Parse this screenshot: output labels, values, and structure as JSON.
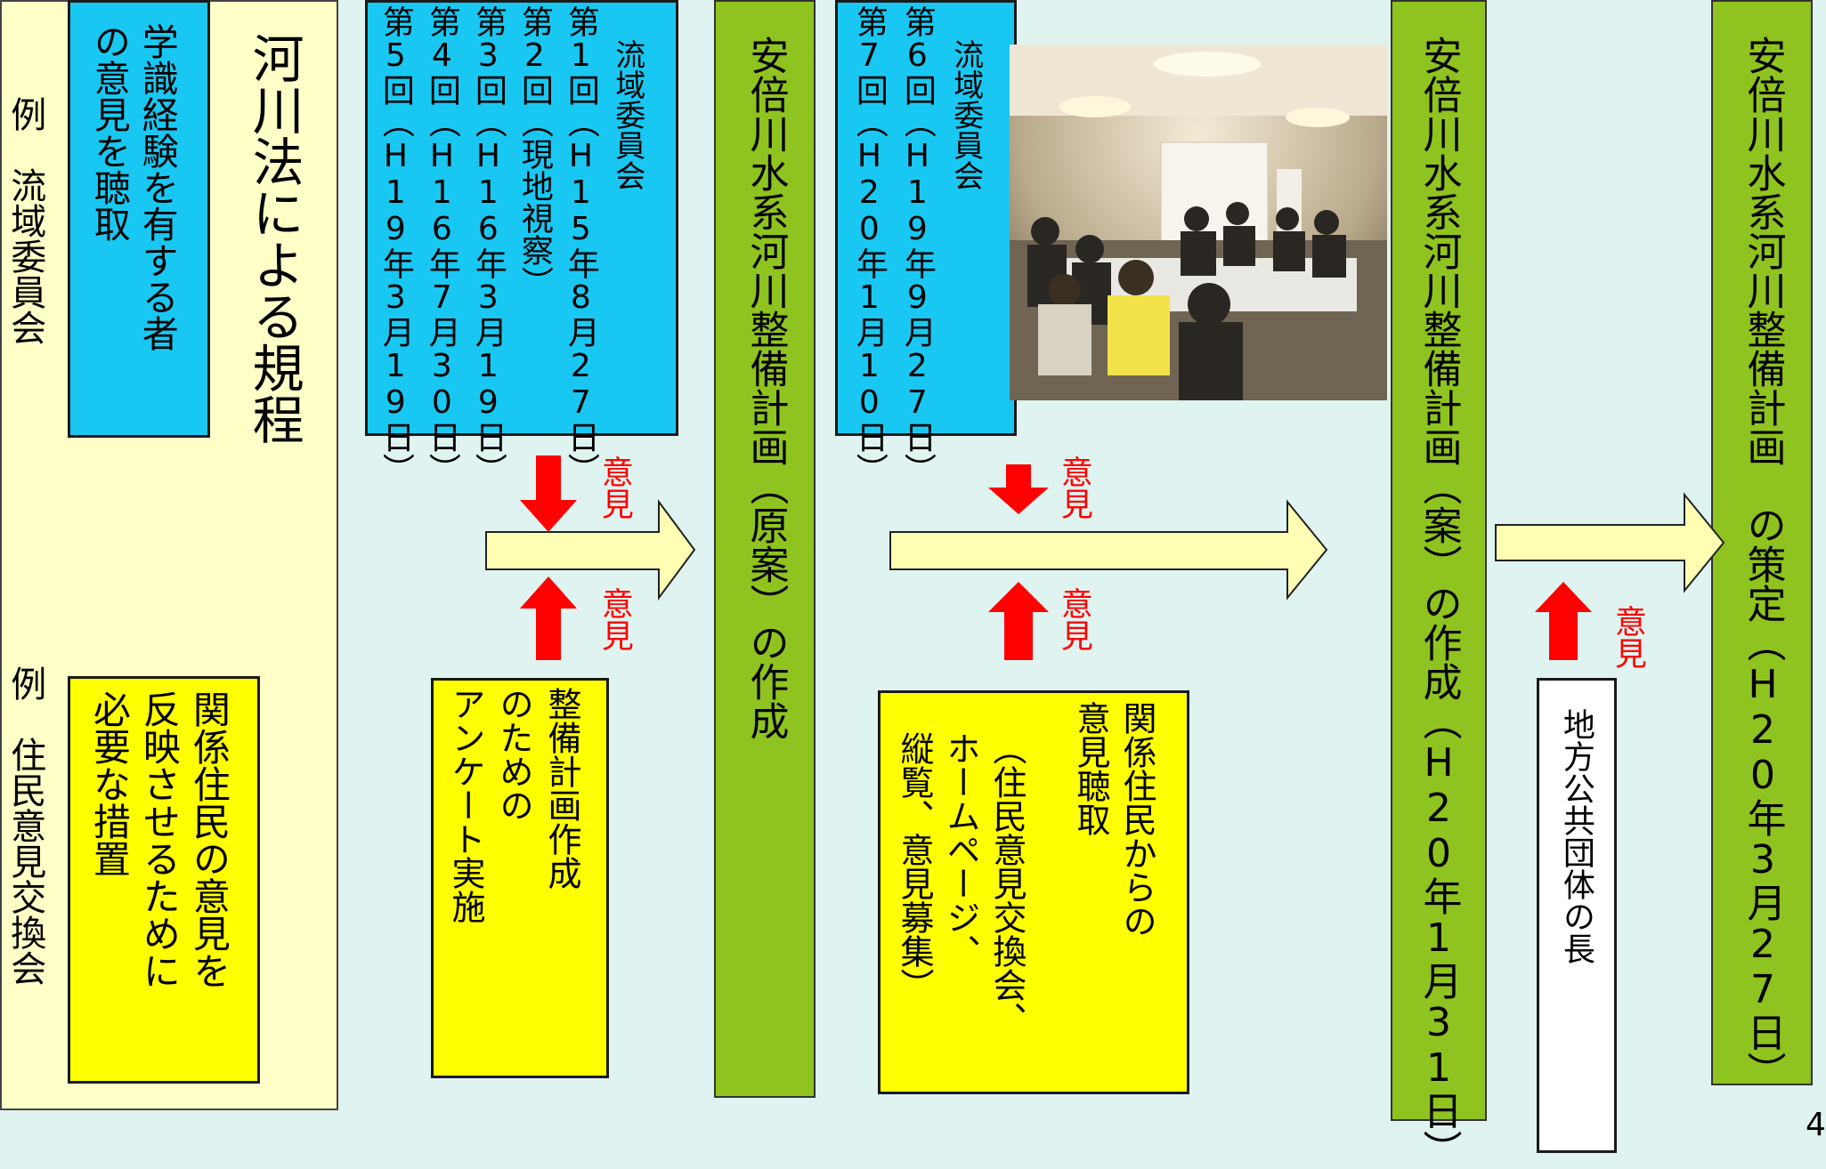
{
  "colors": {
    "background": "#dff3f0",
    "cream_panel": "#ffffc8",
    "cyan_box": "#19c8f2",
    "yellow_box": "#ffff00",
    "green_bar": "#8fc31f",
    "arrow_fill": "#ffffb4",
    "red_arrow": "#ff0000"
  },
  "left_panel": {
    "title": "河川法による規程",
    "example1_label": "例　流域委員会",
    "example2_label": "例　住民意見交換会",
    "box1_lines": [
      "学識経験を有する者",
      "の意見を聴取"
    ],
    "box2_lines": [
      "関係住民の意見を",
      "反映させるために",
      "必要な措置"
    ]
  },
  "committee1": {
    "heading": "流域委員会",
    "sessions": [
      "第1回（H15年8月27日）",
      "第2回（現地視察）",
      "第3回（H16年3月19日）",
      "第4回（H16年7月30日）",
      "第5回（H19年3月19日）"
    ]
  },
  "committee2": {
    "heading": "流域委員会",
    "sessions": [
      "第6回（H19年9月27日）",
      "第7回（H20年1月10日）"
    ]
  },
  "survey_box": {
    "lines": [
      "整備計画作成",
      "のための",
      "アンケート実施"
    ]
  },
  "hearing_box": {
    "lines": [
      "関係住民からの",
      "意見聴取",
      "（住民意見交換会、",
      "ホームページ、",
      "縦覧、意見募集）"
    ]
  },
  "local_gov_box": {
    "label": "地方公共団体の長"
  },
  "step1": {
    "label": "安倍川水系河川整備計画（原案）の作成"
  },
  "step2": {
    "label": "安倍川水系河川整備計画（案）の作成（H20年1月31日）"
  },
  "step3": {
    "label": "安倍川水系河川整備計画　の策定（H20年3月27日）"
  },
  "opinion_label": "意見",
  "page_number": "4",
  "photo_icon": "meeting-photo"
}
